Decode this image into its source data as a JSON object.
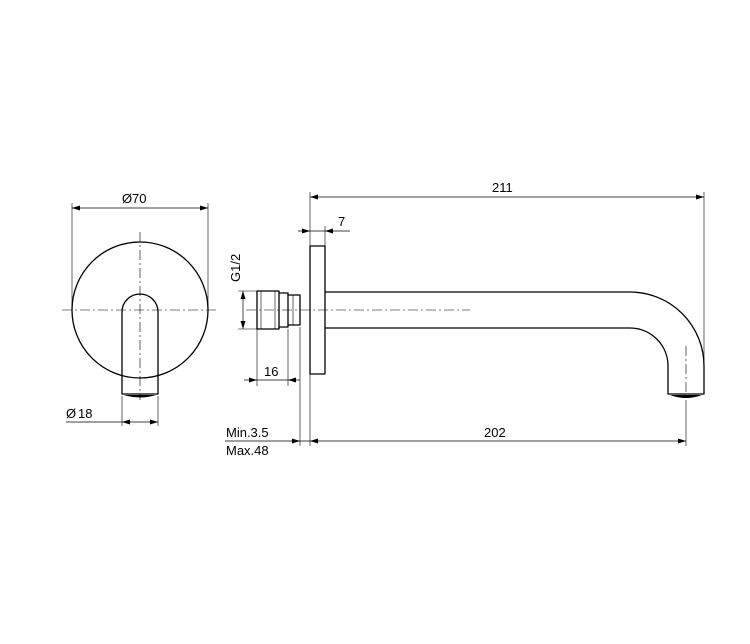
{
  "dimensions": {
    "overall_length": "211",
    "flange_thickness": "7",
    "thread": "G1/2",
    "fitting_length": "16",
    "rosette_diameter": "70",
    "spout_diameter": "18",
    "wall_min": "Min.3.5",
    "wall_max": "Max.48",
    "spout_projection": "202"
  },
  "symbols": {
    "diameter": "Ø"
  }
}
